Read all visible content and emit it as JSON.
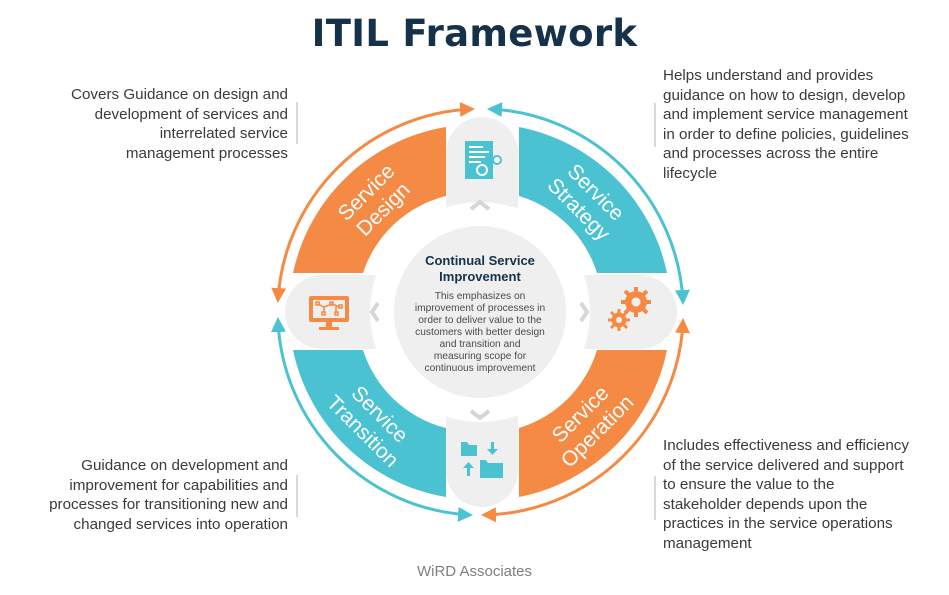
{
  "title": "ITIL Framework",
  "colors": {
    "orange": "#F58A44",
    "teal": "#4BC2D1",
    "title": "#16324A",
    "gray": "#EFEFEF"
  },
  "center": {
    "title_line1": "Continual Service",
    "title_line2": "Improvement",
    "lines": [
      "This emphasizes on",
      "improvement of processes in",
      "order to deliver value to the",
      "customers with better design",
      "and transition and",
      "measuring scope for",
      "continuous improvement"
    ]
  },
  "segments": {
    "design": {
      "line1": "Service",
      "line2": "Design",
      "icon": "document-gear-icon"
    },
    "strategy": {
      "line1": "Service",
      "line2": "Strategy",
      "icon": "gears-icon"
    },
    "operation": {
      "line1": "Service",
      "line2": "Operation",
      "icon": "folder-transfer-icon"
    },
    "transition": {
      "line1": "Service",
      "line2": "Transition",
      "icon": "monitor-network-icon"
    }
  },
  "descriptions": {
    "design": [
      "Covers Guidance on design and",
      "development of services and",
      "interrelated service",
      "management processes"
    ],
    "strategy": [
      "Helps understand and provides",
      "guidance on how to design, develop",
      "and implement service management",
      "in order to define policies, guidelines",
      "and processes across the entire",
      "lifecycle"
    ],
    "transition": [
      "Guidance on development and",
      "improvement for capabilities and",
      "processes for transitioning new and",
      "changed services into operation"
    ],
    "operation": [
      "Includes effectiveness and efficiency",
      "of the service delivered and support",
      "to ensure the value to the",
      "stakeholder depends upon the",
      "practices in the service operations",
      "management"
    ]
  },
  "footer": "WiRD Associates"
}
